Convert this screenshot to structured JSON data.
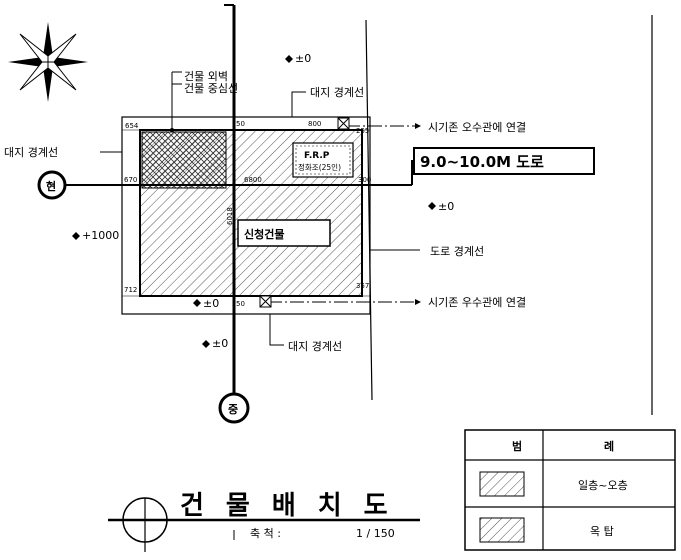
{
  "labels": {
    "bldg_outer_wall": "건물 외벽",
    "bldg_center_line": "건물 중심선",
    "lot_boundary_top": "대지 경계선",
    "lot_boundary_left": "대지 경계선",
    "lot_boundary_bottom": "대지 경계선",
    "sewer_connect_top": "시기존 오수관에 연결",
    "sewer_connect_bottom": "시기존 우수관에 연결",
    "road_width": "9.0~10.0M 도로",
    "road_boundary": "도로 경계선",
    "building_name": "신청건물",
    "frp_title": "F.R.P",
    "frp_sub": "정화조(25인)",
    "circle_left": "현",
    "circle_bottom": "중"
  },
  "levels": {
    "top_center": "±0",
    "right": "±0",
    "left": "+1000",
    "bottom_inner": "±0",
    "bottom_outer": "±0"
  },
  "dims": {
    "top_left": "654",
    "top_mid": "50",
    "top_right_a": "800",
    "top_right_b": "255",
    "left_mid": "670",
    "width": "6800",
    "right_mid": "300",
    "vertical": "6018",
    "bottom_left": "712",
    "bottom_right": "357",
    "bottom_mid": "50"
  },
  "legend": {
    "header_a": "범",
    "header_b": "례",
    "row1": "일층~오층",
    "row2": "옥 탑"
  },
  "title": {
    "main": "건물배치도",
    "scale_label": "축 척 :",
    "scale_value": "1 / 150"
  },
  "icons": [
    "north-arrow-icon",
    "level-marker-icon",
    "manhole-icon"
  ]
}
